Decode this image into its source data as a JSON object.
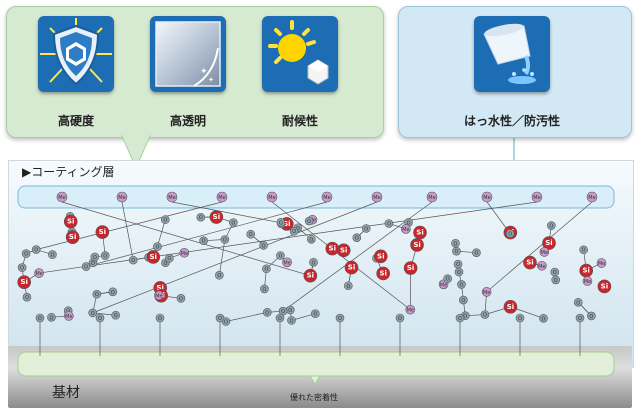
{
  "features": {
    "hardness": {
      "label": "高硬度",
      "icon": "shield-icon"
    },
    "transparency": {
      "label": "高透明",
      "icon": "glass-panel-icon"
    },
    "weather": {
      "label": "耐候性",
      "icon": "sun-icon"
    },
    "water": {
      "label": "はっ水性／防汚性",
      "icon": "water-bucket-icon"
    }
  },
  "layers": {
    "coating_title": "▶コーティング層",
    "substrate": "基材",
    "adhesion": "優れた密着性"
  },
  "atoms": {
    "si": "Si",
    "o": "O",
    "me": "Me"
  },
  "colors": {
    "green_callout": "#d5ead1",
    "blue_callout": "#d3e8f5",
    "tile": "#1d6db4",
    "silicon": "#c8262c",
    "oxygen": "#8fa3ad",
    "methyl": "#c99bcd"
  }
}
